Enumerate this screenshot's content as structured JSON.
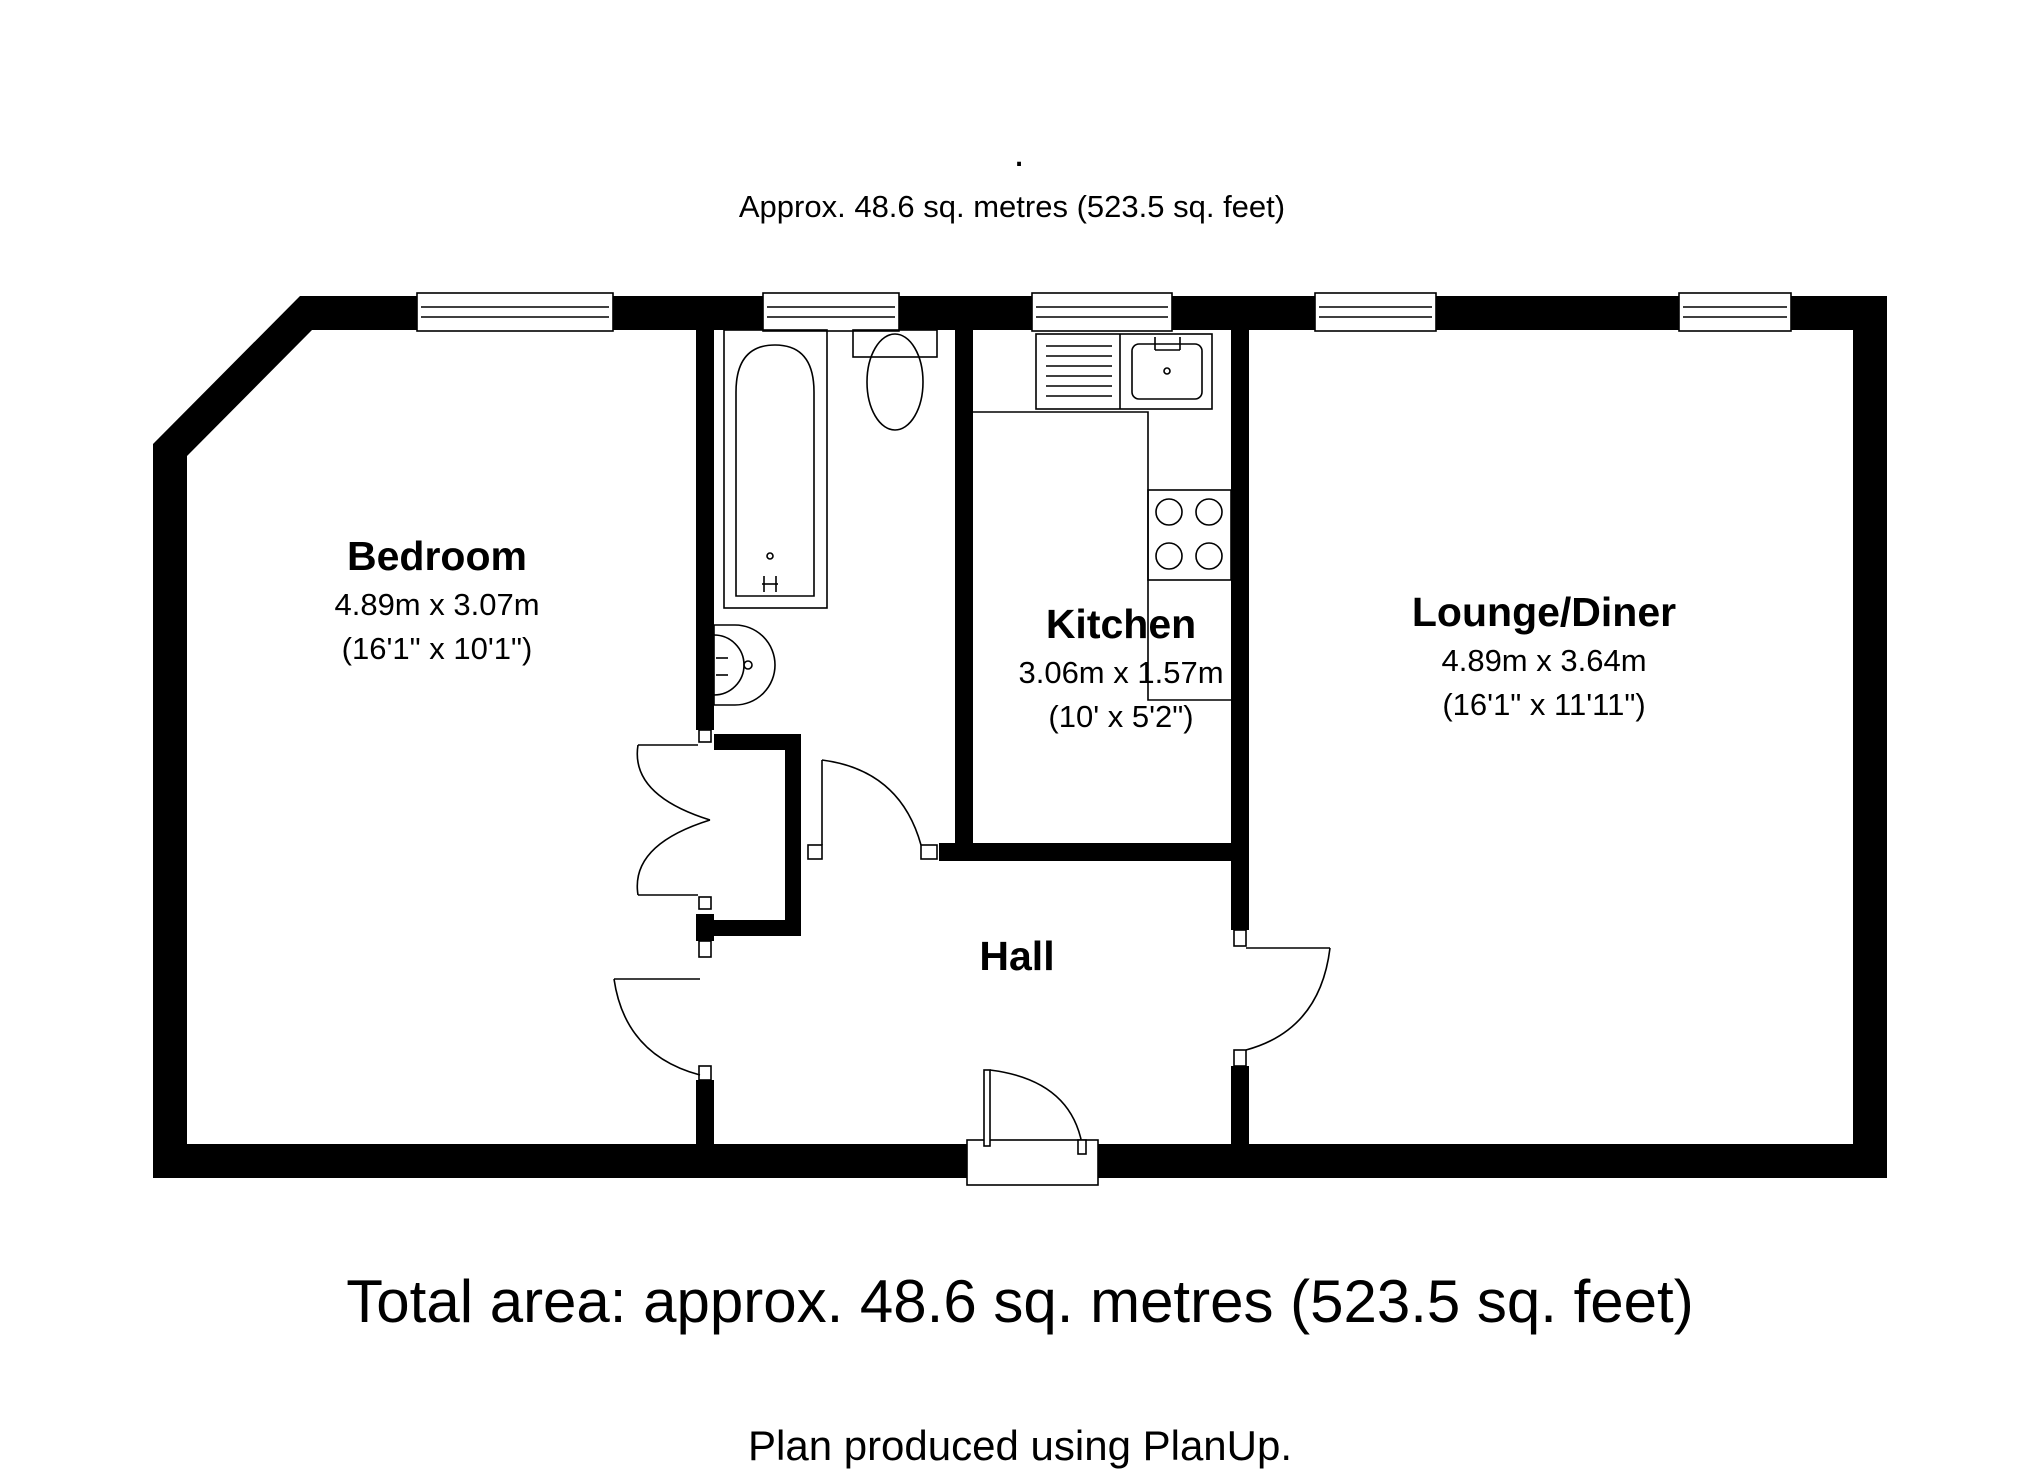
{
  "header": {
    "dot": ".",
    "area_line": "Approx. 48.6 sq. metres (523.5 sq. feet)"
  },
  "rooms": {
    "bedroom": {
      "name": "Bedroom",
      "metric": "4.89m x 3.07m",
      "imperial": "(16'1\" x 10'1\")"
    },
    "kitchen": {
      "name": "Kitchen",
      "metric": "3.06m x 1.57m",
      "imperial": "(10' x 5'2\")"
    },
    "lounge": {
      "name": "Lounge/Diner",
      "metric": "4.89m x 3.64m",
      "imperial": "(16'1\" x 11'11\")"
    },
    "hall": {
      "name": "Hall"
    }
  },
  "footer": {
    "total_area": "Total area: approx. 48.6 sq. metres (523.5 sq. feet)",
    "credit": "Plan produced using PlanUp."
  }
}
